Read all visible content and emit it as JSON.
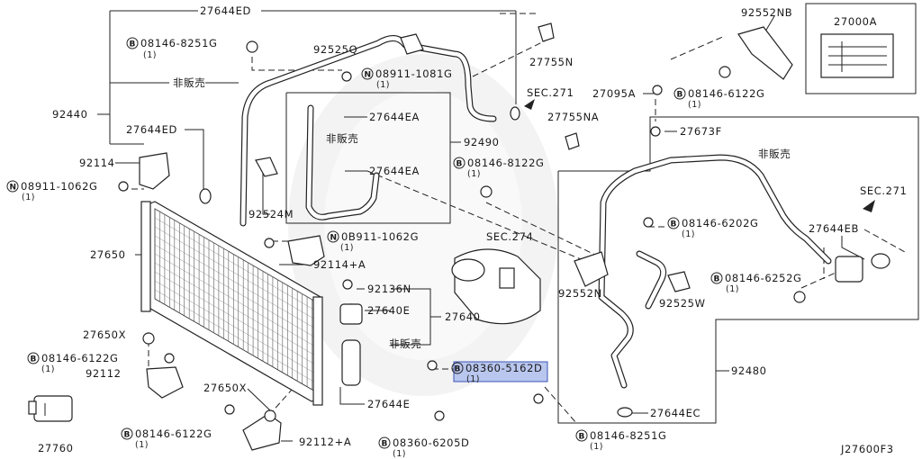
{
  "diagram": {
    "callouts": {
      "p27644ED_top": "27644ED",
      "p92440": "92440",
      "p27644ED_left": "27644ED",
      "p92114": "92114",
      "p27650": "27650",
      "p27650X_left": "27650X",
      "p92112": "92112",
      "p27760": "27760",
      "p27650X_bottom": "27650X",
      "p92112A": "92112+A",
      "p92525Q": "92525Q",
      "p27644EA_1": "27644EA",
      "p27644EA_2": "27644EA",
      "p92490": "92490",
      "p92524M": "92524M",
      "p92114A": "92114+A",
      "p92136N": "92136N",
      "p27640E": "27640E",
      "p27640": "27640",
      "p27644E": "27644E",
      "sec274": "SEC.274",
      "sec271_top": "SEC.271",
      "p27755N": "27755N",
      "p27755NA": "27755NA",
      "p92552NB": "92552NB",
      "p27000A": "27000A",
      "p27095A": "27095A",
      "p27673F": "27673F",
      "sec271_right": "SEC.271",
      "p27644EB": "27644EB",
      "p92552N": "92552N",
      "p92525W": "92525W",
      "p92480": "92480",
      "p27644EC": "27644EC",
      "diagram_id": "J27600F3"
    },
    "not_for_sale": "非販売",
    "fasteners": [
      {
        "id": "f1",
        "prefix": "B",
        "code": "08146-8251G",
        "qty": "(1)"
      },
      {
        "id": "f2",
        "prefix": "N",
        "code": "08911-1081G",
        "qty": "(1)"
      },
      {
        "id": "f3",
        "prefix": "N",
        "code": "08911-1062G",
        "qty": "(1)"
      },
      {
        "id": "f4",
        "prefix": "N",
        "code": "0B911-1062G",
        "qty": "(1)"
      },
      {
        "id": "f5",
        "prefix": "B",
        "code": "08146-6122G",
        "qty": "(1)"
      },
      {
        "id": "f6",
        "prefix": "B",
        "code": "08146-6122G",
        "qty": "(1)"
      },
      {
        "id": "f7",
        "prefix": "B",
        "code": "08146-8122G",
        "qty": "(1)"
      },
      {
        "id": "f8",
        "prefix": "B",
        "code": "08360-5162D",
        "qty": "(1)"
      },
      {
        "id": "f9",
        "prefix": "B",
        "code": "08360-6205D",
        "qty": "(1)"
      },
      {
        "id": "f10",
        "prefix": "B",
        "code": "08146-8251G",
        "qty": "(1)"
      },
      {
        "id": "f11",
        "prefix": "B",
        "code": "08146-6122G",
        "qty": "(1)"
      },
      {
        "id": "f12",
        "prefix": "B",
        "code": "08146-6202G",
        "qty": "(1)"
      },
      {
        "id": "f13",
        "prefix": "B",
        "code": "08146-6252G",
        "qty": "(1)"
      }
    ],
    "highlight_color": "#b9c6ee"
  }
}
